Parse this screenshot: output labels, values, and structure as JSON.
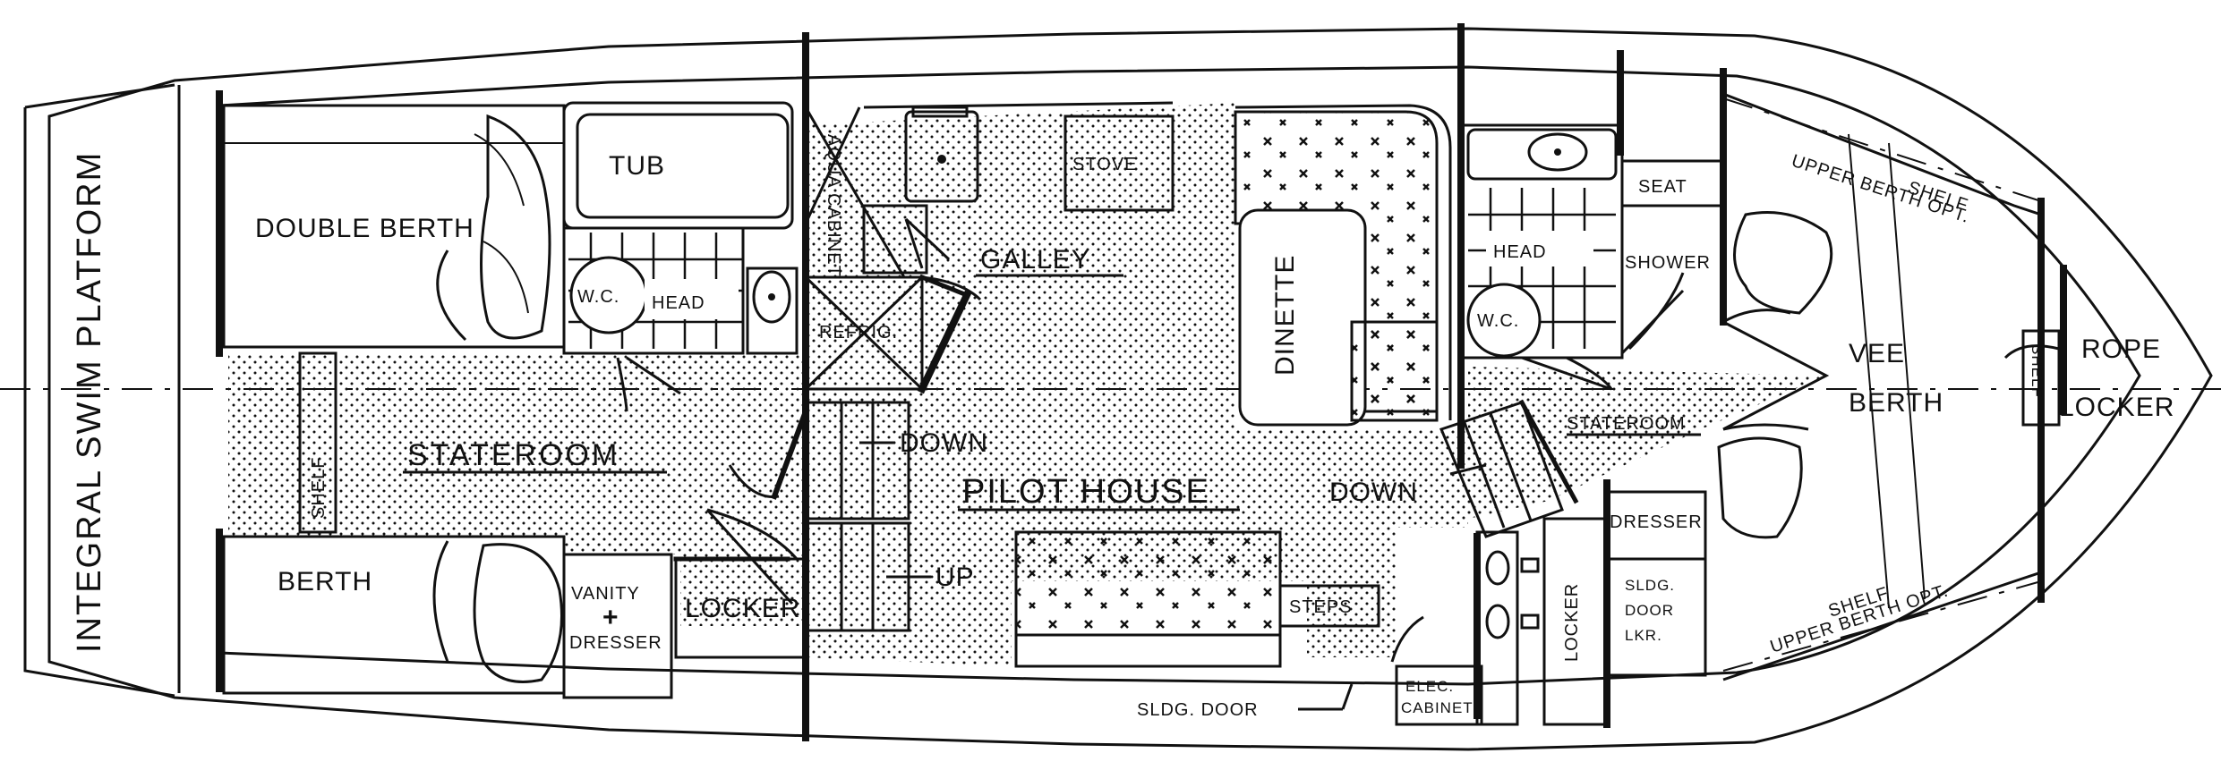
{
  "labels": {
    "swim_platform": "INTEGRAL SWIM PLATFORM",
    "double_berth": "DOUBLE BERTH",
    "tub": "TUB",
    "wc_aft": "W.C.",
    "head_aft": "HEAD",
    "aqua_cabinet": "AQUA CABINET",
    "refrig": "REFRIG.",
    "stove": "STOVE",
    "galley": "GALLEY",
    "dinette": "DINETTE",
    "head_fwd": "HEAD",
    "wc_fwd": "W.C.",
    "seat": "SEAT",
    "shower": "SHOWER",
    "upper_berth_top": "UPPER BERTH OPT.",
    "shelf_top": "SHELF",
    "vee": "VEE",
    "berth_fwd": "BERTH",
    "rope": "ROPE",
    "locker_bow": "LOCKER",
    "shelf_bow": "SHELF",
    "shelf_aft": "SHELF",
    "stateroom_aft": "STATEROOM",
    "down_aft": "DOWN",
    "pilot_house": "PILOT HOUSE",
    "down_fwd": "DOWN",
    "stateroom_fwd": "STATEROOM",
    "berth_aft": "BERTH",
    "vanity": "VANITY",
    "plus": "+",
    "dresser_aft": "DRESSER",
    "locker_aft": "LOCKER",
    "up": "UP",
    "steps": "STEPS",
    "locker_side": "LOCKER",
    "dresser_fwd": "DRESSER",
    "sldg_door_locker": [
      "SLDG.",
      "DOOR",
      "LKR."
    ],
    "shelf_bottom": "SHELF",
    "upper_berth_bottom": "UPPER BERTH OPT.",
    "sldg_door": "SLDG. DOOR",
    "elec_cabinet": [
      "ELEC.",
      "CABINET"
    ]
  },
  "colors": {
    "ink": "#111111",
    "paper": "#ffffff"
  }
}
